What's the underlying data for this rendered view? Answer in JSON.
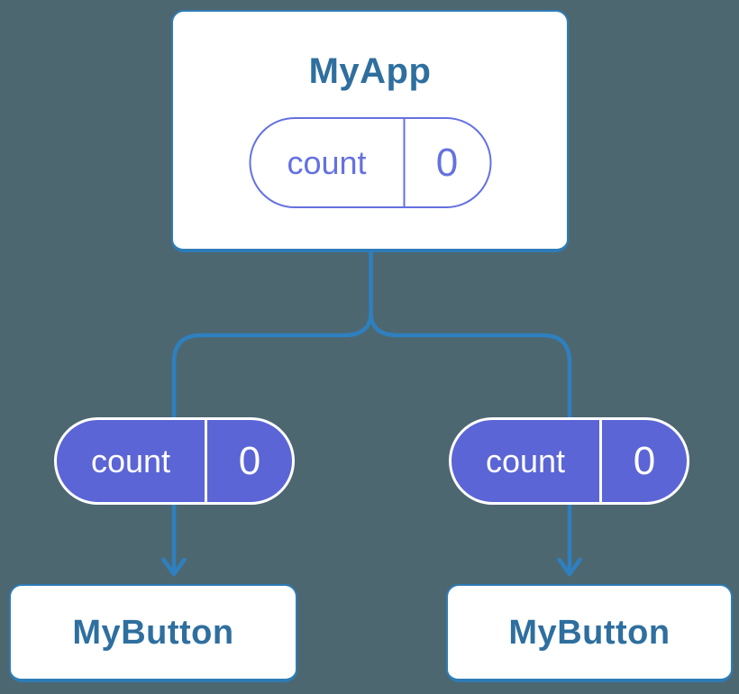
{
  "diagram": {
    "description": "React component tree with shared state",
    "background_color": "#4d6771",
    "connector_color": "#2e80bf",
    "card_border_color": "#2e7cb6",
    "card_text_color": "#2e6f9f",
    "pill_fill_color": "#5b65d6",
    "pill_outline_color": "#6571e0",
    "root": {
      "title": "MyApp",
      "state": {
        "label": "count",
        "value": "0"
      }
    },
    "children": [
      {
        "title": "MyButton",
        "state": {
          "label": "count",
          "value": "0"
        }
      },
      {
        "title": "MyButton",
        "state": {
          "label": "count",
          "value": "0"
        }
      }
    ]
  }
}
